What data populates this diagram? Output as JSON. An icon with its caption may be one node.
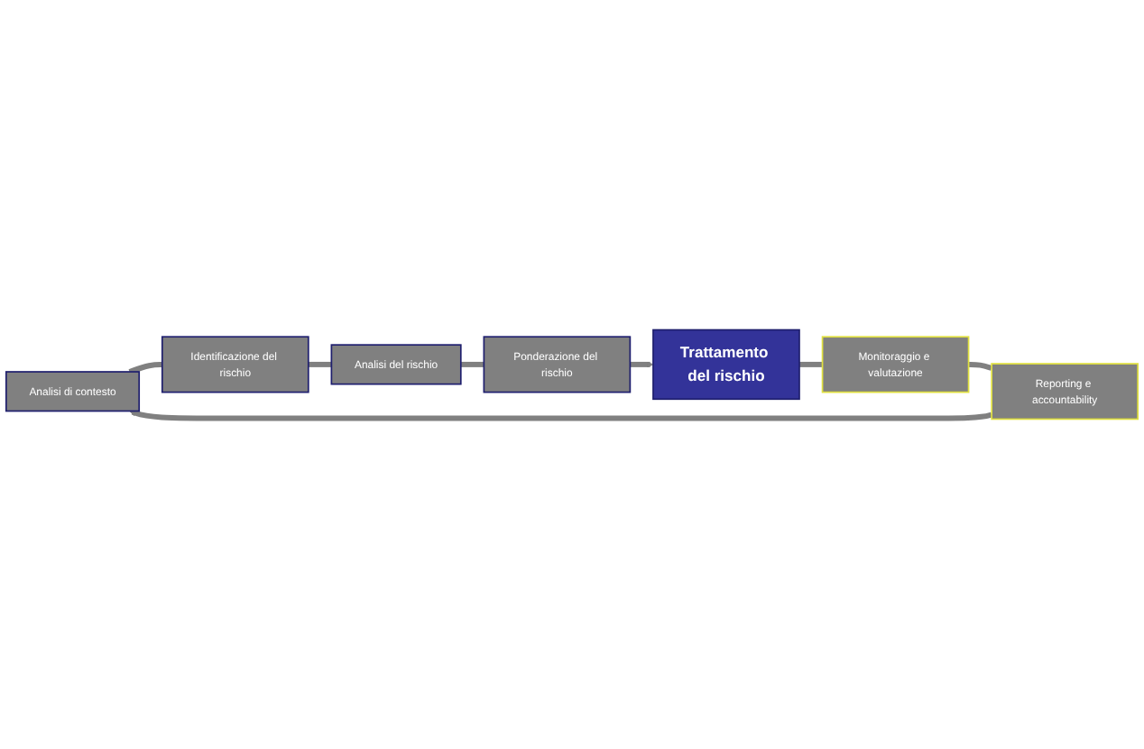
{
  "diagram": {
    "nodes": [
      {
        "text": [
          "Analisi di contesto"
        ]
      },
      {
        "text": [
          "Identificazione del rischio"
        ]
      },
      {
        "text": [
          "Analisi del rischio"
        ]
      },
      {
        "text": [
          "Ponderazione del rischio"
        ]
      },
      {
        "text": [
          "Trattamento del rischio"
        ]
      },
      {
        "text": [
          "Monitoraggio e valutazione"
        ]
      },
      {
        "text": [
          "Reporting e accountability"
        ]
      }
    ],
    "edges": [
      {
        "from": 0,
        "to": 1,
        "arrow": "none"
      },
      {
        "from": 1,
        "to": 2,
        "arrow": "none"
      },
      {
        "from": 2,
        "to": 3,
        "arrow": "none"
      },
      {
        "from": 3,
        "to": 4,
        "arrow": "to"
      },
      {
        "from": 4,
        "to": 5,
        "arrow": "none"
      },
      {
        "from": 5,
        "to": 6,
        "arrow": "none"
      },
      {
        "from": 6,
        "to": 0,
        "arrow": "to"
      }
    ]
  }
}
